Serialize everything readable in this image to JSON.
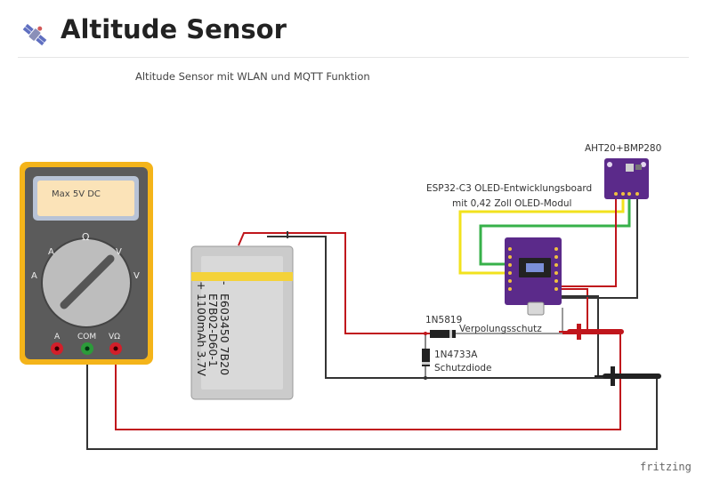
{
  "header": {
    "title": "Altitude Sensor",
    "icon": "satellite-icon"
  },
  "subtitle": "Altitude Sensor mit WLAN und MQTT Funktion",
  "multimeter": {
    "display_text": "Max 5V DC",
    "labels": {
      "ohm": "Ω",
      "a_left": "A",
      "a_top": "A",
      "v_top": "V",
      "v_right": "V"
    },
    "ports": {
      "a": "A",
      "com": "COM",
      "vohm": "VΩ"
    }
  },
  "battery": {
    "minus": "-",
    "plus": "+",
    "line1": "E603450 7B20",
    "line2": "E7B02-D60-1",
    "line3": "1100mAh 3.7V"
  },
  "sensor": {
    "label": "AHT20+BMP280"
  },
  "board": {
    "label_line1": "ESP32-C3 OLED-Entwicklungsboard",
    "label_line2": "mit 0,42 Zoll OLED-Modul"
  },
  "diode1": {
    "name": "1N5819",
    "desc": "Verpolungsschutz"
  },
  "diode2": {
    "name": "1N4733A",
    "desc": "Schutzdiode"
  },
  "watermark": "fritzing",
  "colors": {
    "wire_red": "#c0161c",
    "wire_black": "#333333",
    "wire_yellow": "#f2e21d",
    "wire_green": "#37b14a",
    "multimeter_body": "#f4b41a",
    "board_purple": "#5b2a8a"
  }
}
